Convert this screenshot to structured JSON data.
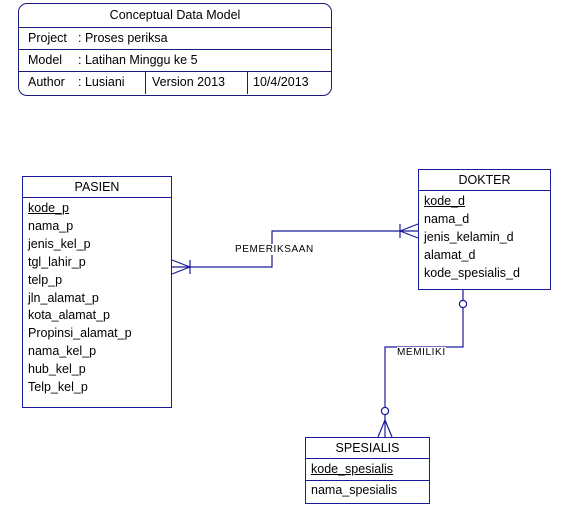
{
  "title_block": {
    "title": "Conceptual Data Model",
    "project_label": "Project",
    "project_value": ": Proses periksa",
    "model_label": "Model",
    "model_value": ": Latihan Minggu ke 5",
    "author_label": "Author",
    "author_value": ": Lusiani",
    "version": "Version 2013",
    "date": "10/4/2013"
  },
  "entities": {
    "pasien": {
      "name": "PASIEN",
      "keys": [
        "kode_p"
      ],
      "attributes": [
        "nama_p",
        "jenis_kel_p",
        "tgl_lahir_p",
        "telp_p",
        "jln_alamat_p",
        "kota_alamat_p",
        "Propinsi_alamat_p",
        "nama_kel_p",
        "hub_kel_p",
        "Telp_kel_p"
      ]
    },
    "dokter": {
      "name": "DOKTER",
      "keys": [
        "kode_d"
      ],
      "attributes": [
        "nama_d",
        "jenis_kelamin_d",
        "alamat_d",
        "kode_spesialis_d"
      ]
    },
    "spesialis": {
      "name": "SPESIALIS",
      "keys": [
        "kode_spesialis"
      ],
      "attributes": [
        "nama_spesialis"
      ]
    }
  },
  "relationships": {
    "pemeriksaan": "PEMERIKSAAN",
    "memiliki": "MEMILIKI"
  },
  "colors": {
    "border": "#1a1a9a",
    "line": "#1a1a9a"
  }
}
